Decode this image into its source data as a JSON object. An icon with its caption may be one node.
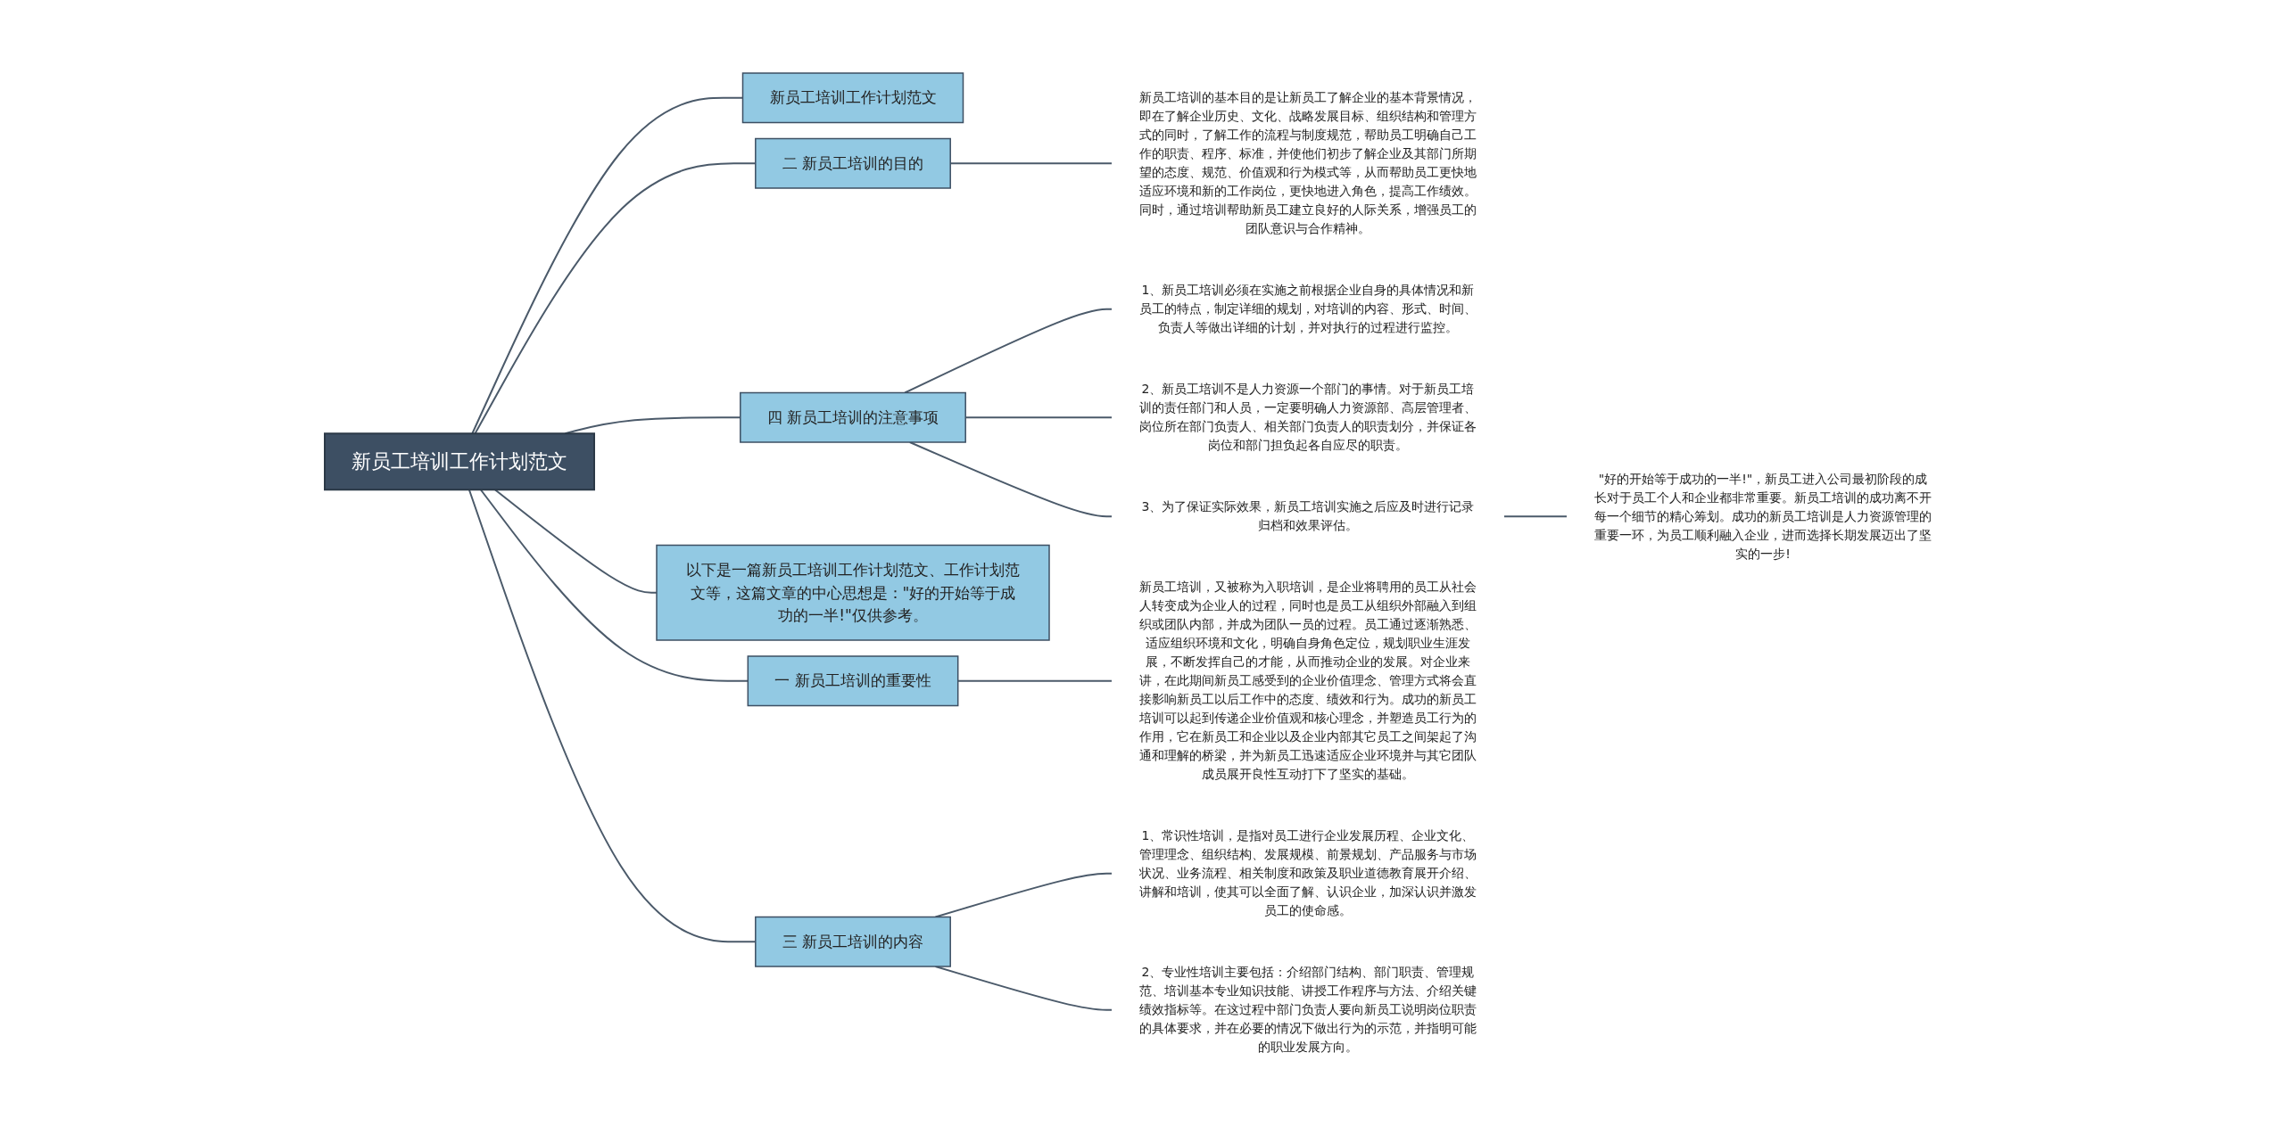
{
  "diagram": {
    "nodes": [
      {
        "text": [
          "新员工培训工作计划范文"
        ]
      },
      {
        "text": [
          "新员工培训工作计划范文"
        ]
      },
      {
        "text": [
          "二 新员工培训的目的"
        ]
      },
      {
        "text": [
          "新员工培训的基本目的是让新员工了解企业的基本背景情况，即在了解企业历史、文化、战略发展目标、组织结构和管理方式的同时，了解工作的流程与制度规范，帮助员工明确自己工作的职责、程序、标准，并使他们初步了解企业及其部门所期望的态度、规范、价值观和行为模式等，从而帮助员工更快地适应环境和新的工作岗位，更快地进入角色，提高工作绩效。同时，通过培训帮助新员工建立良好的人际关系，增强员工的团队意识与合作精神。"
        ]
      },
      {
        "text": [
          "四 新员工培训的注意事项"
        ]
      },
      {
        "text": [
          "1、新员工培训必须在实施之前根据企业自身的具体情况和新员工的特点，制定详细的规划，对培训的内容、形式、时间、负责人等做出详细的计划，并对执行的过程进行监控。"
        ]
      },
      {
        "text": [
          "2、新员工培训不是人力资源一个部门的事情。对于新员工培训的责任部门和人员，一定要明确人力资源部、高层管理者、岗位所在部门负责人、相关部门负责人的职责划分，并保证各岗位和部门担负起各自应尽的职责。"
        ]
      },
      {
        "text": [
          "3、为了保证实际效果，新员工培训实施之后应及时进行记录归档和效果评估。"
        ]
      },
      {
        "text": [
          "\"好的开始等于成功的一半!\"，新员工进入公司最初阶段的成长对于员工个人和企业都非常重要。新员工培训的成功离不开每一个细节的精心筹划。成功的新员工培训是人力资源管理的重要一环，为员工顺利融入企业，进而选择长期发展迈出了坚实的一步!"
        ]
      },
      {
        "text": [
          "以下是一篇新员工培训工作计划范文、工作计划范文等，这篇文章的中心思想是：\"好的开始等于成功的一半!\"仅供参考。"
        ]
      },
      {
        "text": [
          "一 新员工培训的重要性"
        ]
      },
      {
        "text": [
          "新员工培训，又被称为入职培训，是企业将聘用的员工从社会人转变成为企业人的过程，同时也是员工从组织外部融入到组织或团队内部，并成为团队一员的过程。员工通过逐渐熟悉、适应组织环境和文化，明确自身角色定位，规划职业生涯发展，不断发挥自己的才能，从而推动企业的发展。对企业来讲，在此期间新员工感受到的企业价值理念、管理方式将会直接影响新员工以后工作中的态度、绩效和行为。成功的新员工培训可以起到传递企业价值观和核心理念，并塑造员工行为的作用，它在新员工和企业以及企业内部其它员工之间架起了沟通和理解的桥梁，并为新员工迅速适应企业环境并与其它团队成员展开良性互动打下了坚实的基础。"
        ]
      },
      {
        "text": [
          "三 新员工培训的内容"
        ]
      },
      {
        "text": [
          "1、常识性培训，是指对员工进行企业发展历程、企业文化、管理理念、组织结构、发展规模、前景规划、产品服务与市场状况、业务流程、相关制度和政策及职业道德教育展开介绍、讲解和培训，使其可以全面了解、认识企业，加深认识并激发员工的使命感。"
        ]
      },
      {
        "text": [
          "2、专业性培训主要包括：介绍部门结构、部门职责、管理规范、培训基本专业知识技能、讲授工作程序与方法、介绍关键绩效指标等。在这过程中部门负责人要向新员工说明岗位职责的具体要求，并在必要的情况下做出行为的示范，并指明可能的职业发展方向。"
        ]
      }
    ],
    "edges": [
      {
        "from": 0,
        "to": 1,
        "arrow": "none"
      },
      {
        "from": 0,
        "to": 2,
        "arrow": "none"
      },
      {
        "from": 2,
        "to": 3,
        "arrow": "none"
      },
      {
        "from": 0,
        "to": 4,
        "arrow": "none"
      },
      {
        "from": 4,
        "to": 5,
        "arrow": "none"
      },
      {
        "from": 4,
        "to": 6,
        "arrow": "none"
      },
      {
        "from": 4,
        "to": 7,
        "arrow": "none"
      },
      {
        "from": 7,
        "to": 8,
        "arrow": "none"
      },
      {
        "from": 0,
        "to": 9,
        "arrow": "none"
      },
      {
        "from": 0,
        "to": 10,
        "arrow": "none"
      },
      {
        "from": 10,
        "to": 11,
        "arrow": "none"
      },
      {
        "from": 0,
        "to": 12,
        "arrow": "none"
      },
      {
        "from": 12,
        "to": 13,
        "arrow": "none"
      },
      {
        "from": 12,
        "to": 14,
        "arrow": "none"
      }
    ]
  }
}
